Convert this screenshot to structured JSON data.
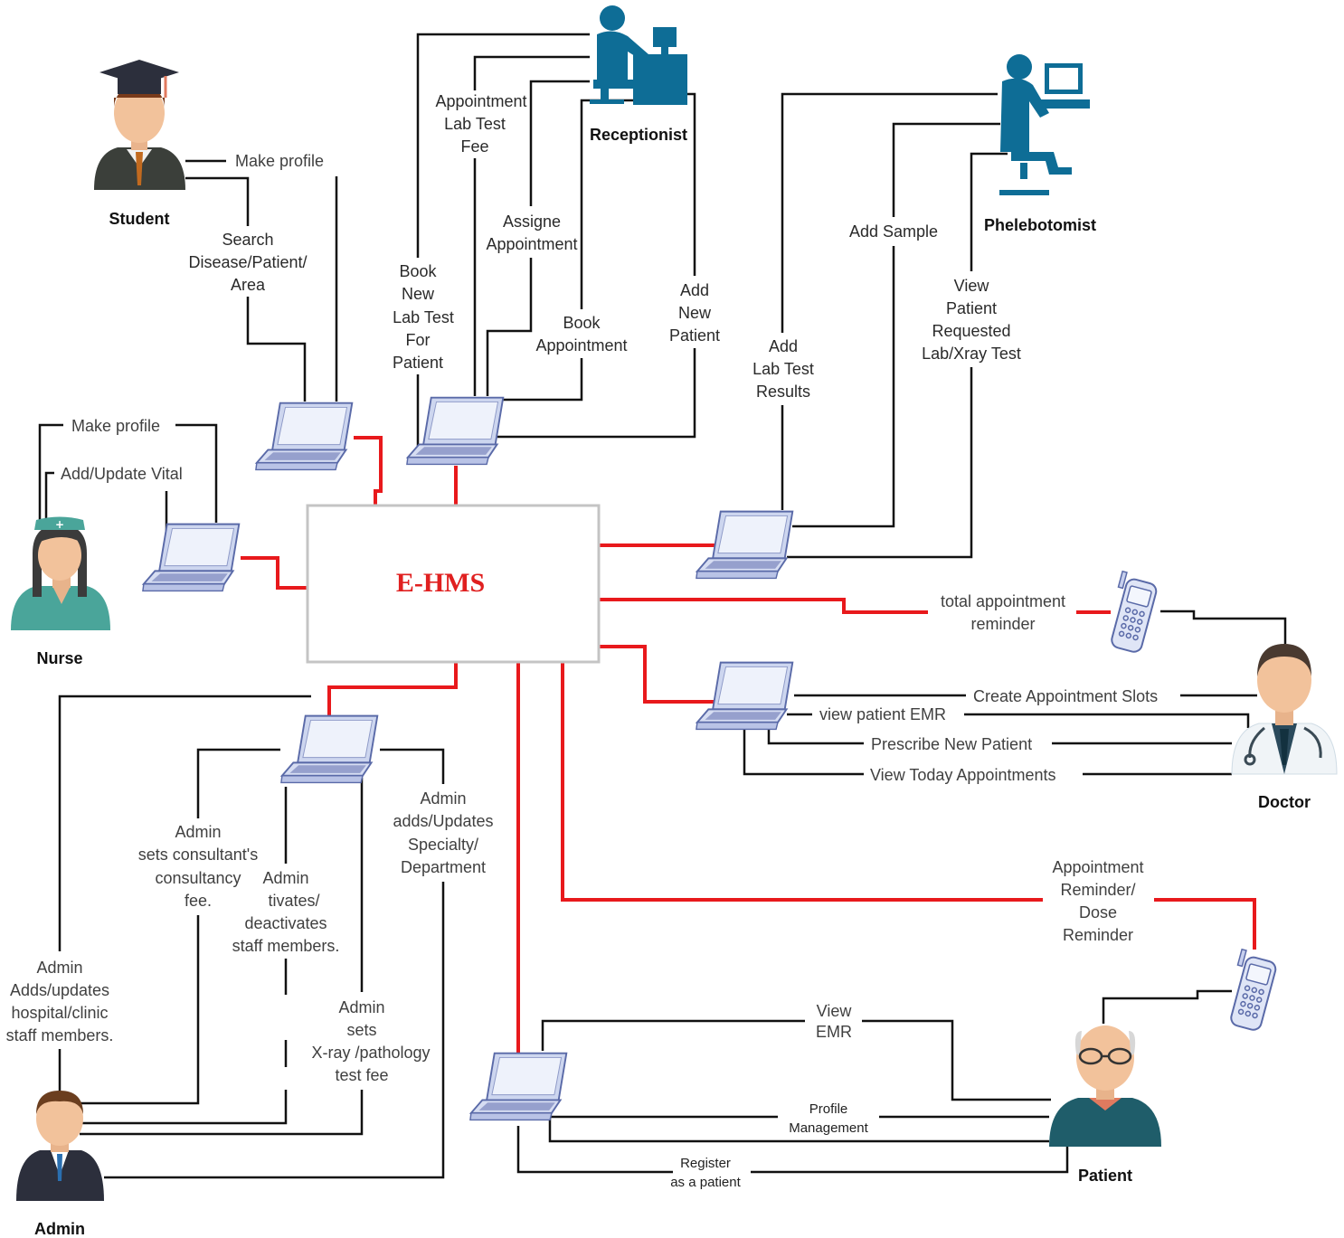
{
  "system": {
    "title": "E-HMS"
  },
  "actors": {
    "student": "Student",
    "receptionist": "Receptionist",
    "phlebotomist": "Phelebotomist",
    "nurse": "Nurse",
    "doctor": "Doctor",
    "admin": "Admin",
    "patient": "Patient"
  },
  "labels": {
    "student_make_profile": "Make profile",
    "student_search": [
      "Search",
      "Disease/Patient/",
      "Area"
    ],
    "rec_fee": [
      "Appointment",
      "Lab Test",
      "Fee"
    ],
    "rec_assign": [
      "Assigne",
      "Appointment"
    ],
    "rec_book_lab": [
      "Book",
      "New",
      "Lab Test",
      "For",
      "Patient"
    ],
    "rec_book_appt": [
      "Book",
      "Appointment"
    ],
    "rec_add_patient": [
      "Add",
      "New",
      "Patient"
    ],
    "ph_add_sample": "Add Sample",
    "ph_add_results": [
      "Add",
      "Lab Test",
      "Results"
    ],
    "ph_view_requested": [
      "View",
      "Patient",
      "Requested",
      "Lab/Xray Test"
    ],
    "nurse_make_profile": "Make profile",
    "nurse_vital": "Add/Update Vital",
    "doc_reminder": [
      "total appointment",
      "reminder"
    ],
    "doc_slots": "Create Appointment Slots",
    "doc_emr": "view patient EMR",
    "doc_prescribe": "Prescribe New Patient",
    "doc_today": "View Today Appointments",
    "adm_fee": [
      "Admin",
      "sets consultant's",
      "consultancy",
      "fee."
    ],
    "adm_activate": [
      "Admin",
      "tivates/",
      "deactivates",
      "staff members."
    ],
    "adm_specialty": [
      "Admin",
      "adds/Updates",
      "Specialty/",
      "Department"
    ],
    "adm_staff": [
      "Admin",
      "Adds/updates",
      "hospital/clinic",
      "staff members."
    ],
    "adm_xray": [
      "Admin",
      "sets",
      "X-ray /pathology",
      "test fee"
    ],
    "pat_reminder": [
      "Appointment",
      "Reminder/",
      "Dose",
      "Reminder"
    ],
    "pat_view_emr": [
      "View",
      "EMR"
    ],
    "pat_profile": [
      "Profile",
      "Management"
    ],
    "pat_register": [
      "Register",
      "as a patient"
    ]
  },
  "colors": {
    "connector": "#e8191c",
    "title": "#e02020",
    "receptionist": "#0e6d96",
    "laptop_screen": "#dfe6f7",
    "laptop_frame": "#5a6aa8"
  },
  "icons": [
    "graduate-icon",
    "receptionist-desk-icon",
    "technician-computer-icon",
    "nurse-icon",
    "doctor-icon",
    "admin-icon",
    "patient-icon",
    "laptop-icon",
    "mobile-phone-icon"
  ]
}
